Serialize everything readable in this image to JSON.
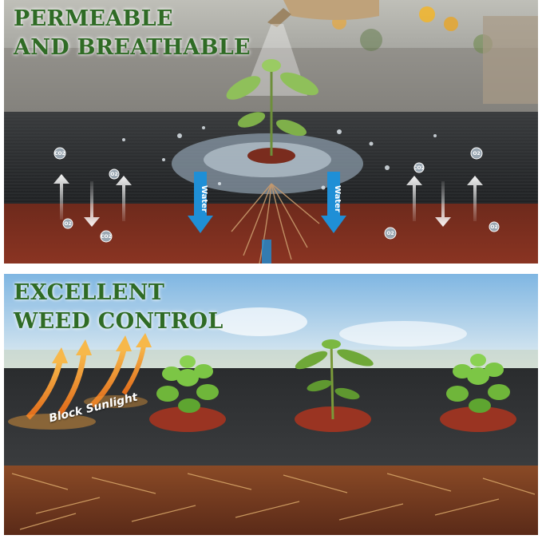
{
  "top_panel": {
    "headline_line1": "PERMEABLE",
    "headline_line2": "AND BREATHABLE",
    "water_label_left": "Water",
    "water_label_right": "Water",
    "gas_bubble_labels": [
      "CO2",
      "O2",
      "O2",
      "CO2",
      "O2",
      "CO2",
      "O2",
      "O2"
    ]
  },
  "bottom_panel": {
    "headline_line1": "EXCELLENT",
    "headline_line2": "WEED CONTROL",
    "sunlight_label": "Block Sunlight"
  },
  "colors": {
    "headline_green": "#2f6b25",
    "fabric_dark": "#2b2d2f",
    "soil_red": "#7a2e1f",
    "water_blue": "#1f8fd6",
    "sun_orange": "#f29a2e",
    "sky_blue": "#8cc3e8"
  }
}
